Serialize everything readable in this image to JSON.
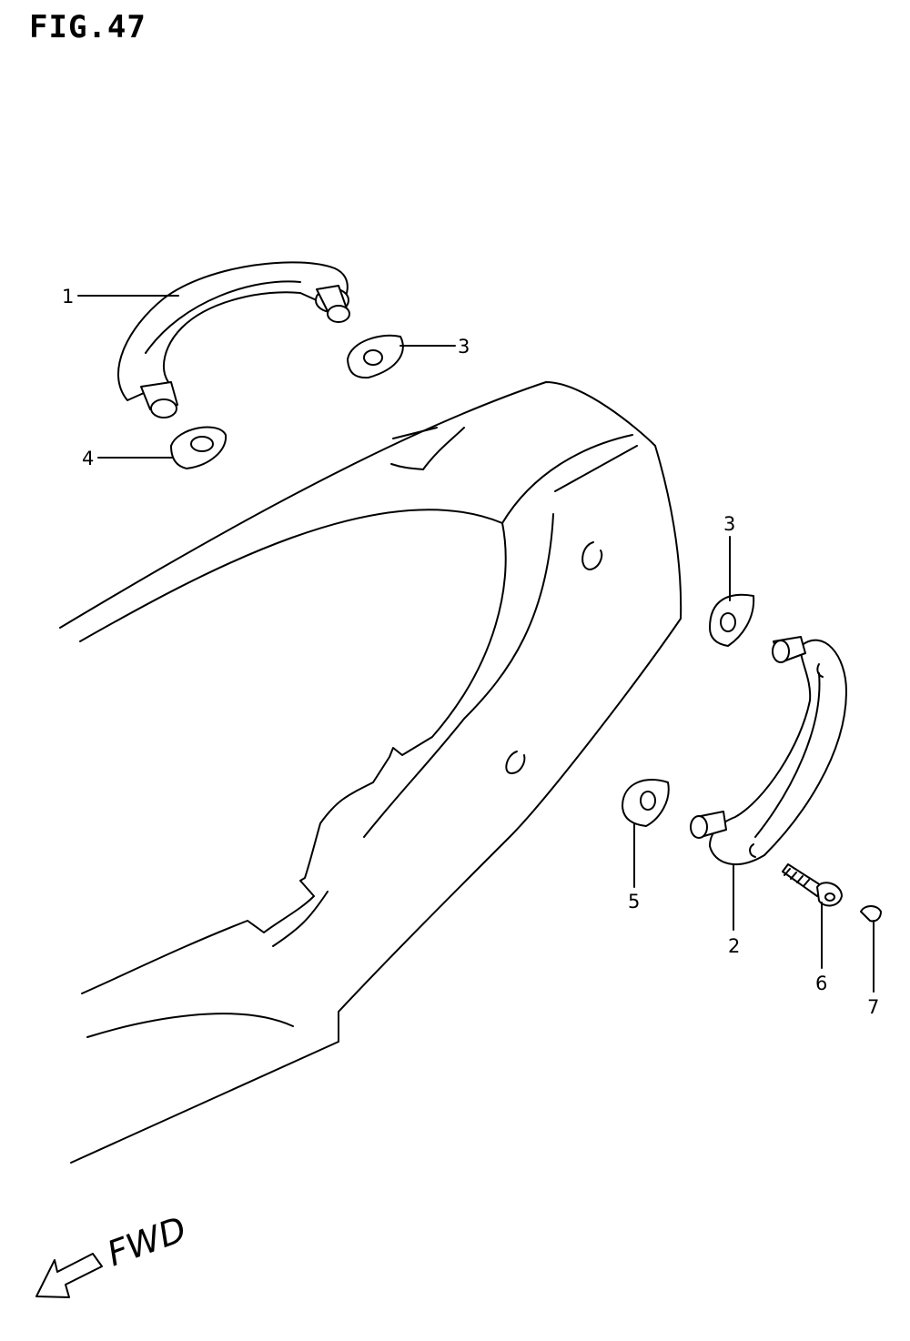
{
  "figure": {
    "title": "FIG.47"
  },
  "callouts": [
    {
      "id": "1",
      "label": "1"
    },
    {
      "id": "2",
      "label": "2"
    },
    {
      "id": "3a",
      "label": "3"
    },
    {
      "id": "3b",
      "label": "3"
    },
    {
      "id": "4",
      "label": "4"
    },
    {
      "id": "5",
      "label": "5"
    },
    {
      "id": "6",
      "label": "6"
    },
    {
      "id": "7",
      "label": "7"
    }
  ],
  "direction": {
    "label": "FWD"
  }
}
